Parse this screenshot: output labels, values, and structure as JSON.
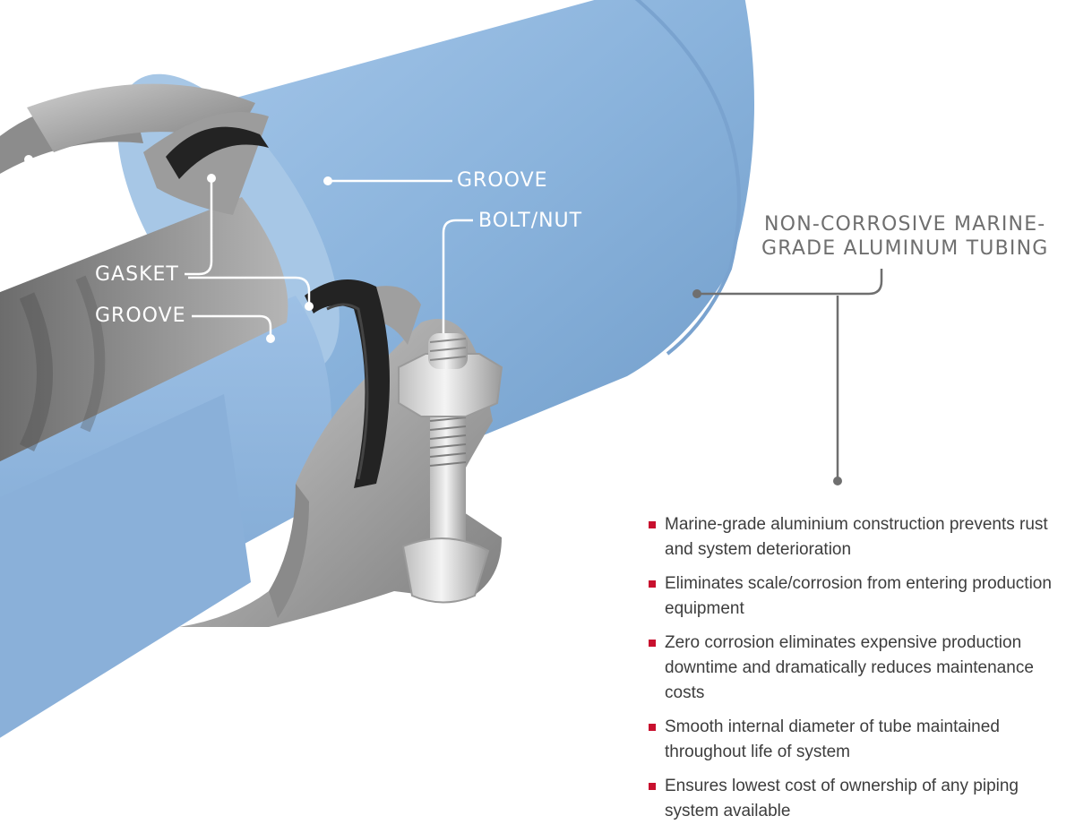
{
  "labels": {
    "groove_top": "GROOVE",
    "bolt_nut": "BOLT/NUT",
    "gasket": "GASKET",
    "groove_bottom": "GROOVE",
    "tubing_line1": "NON-CORROSIVE MARINE-",
    "tubing_line2": "GRADE ALUMINUM TUBING"
  },
  "features": [
    "Marine-grade aluminium construction prevents rust and system deterioration",
    "Eliminates scale/corrosion from entering production equipment",
    "Zero corrosion eliminates expensive production downtime and dramatically reduces maintenance costs",
    "Smooth internal diameter of tube maintained throughout life of system",
    "Ensures lowest cost of ownership of any piping system available"
  ],
  "colors": {
    "pipe_blue": "#8fb6dc",
    "pipe_blue_dark": "#6e97c4",
    "coupling_grey": "#a9a9a9",
    "gasket_black": "#222222",
    "callout_grey": "#6f6f6f",
    "bullet_red": "#c8102e"
  },
  "icons": [
    "red-square-bullet-icon"
  ]
}
